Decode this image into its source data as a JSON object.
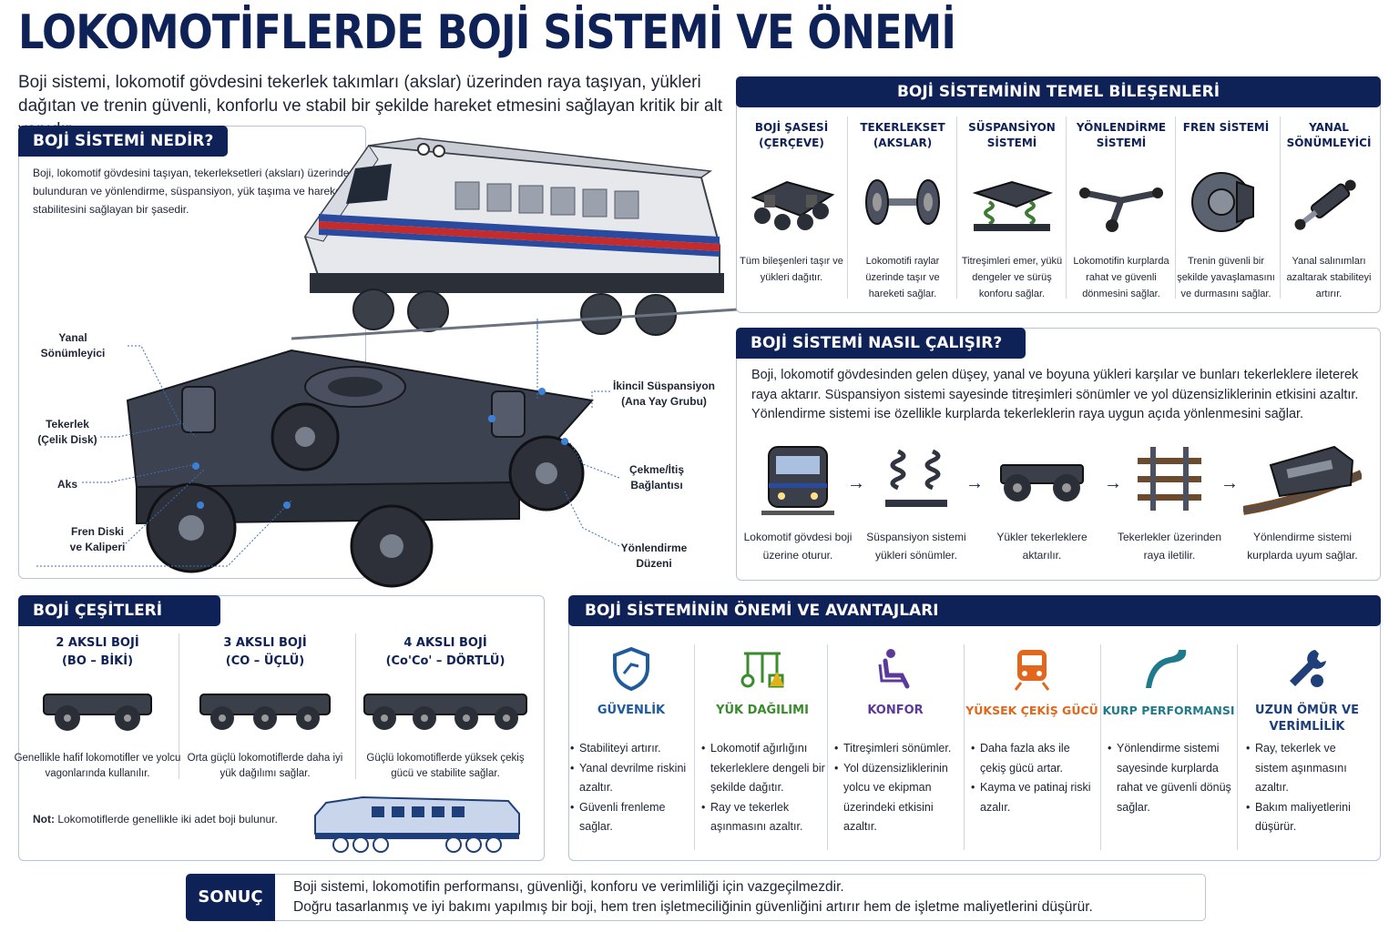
{
  "title": "LOKOMOTİFLERDE BOJİ SİSTEMİ VE ÖNEMİ",
  "intro": "Boji sistemi, lokomotif gövdesini tekerlek takımları (akslar) üzerinden raya taşıyan, yükleri dağıtan ve trenin güvenli, konforlu ve stabil bir şekilde hareket etmesini sağlayan kritik bir alt yapıdır.",
  "definition": {
    "heading": "BOJİ SİSTEMİ NEDİR?",
    "text": "Boji, lokomotif gövdesini taşıyan, tekerleksetleri (aksları) üzerinde bulunduran ve yönlendirme, süspansiyon, yük taşıma ve hareket stabilitesini sağlayan bir şasedir.",
    "callouts": {
      "lateral_damper": "Yanal Sönümleyici",
      "wheel": "Tekerlek (Çelik Disk)",
      "axle": "Aks",
      "brake": "Fren Diski ve Kaliperi",
      "secondary_suspension": "İkincil Süspansiyon (Ana Yay Grubu)",
      "traction_link": "Çekme/İtiş Bağlantısı",
      "steering": "Yönlendirme Düzeni"
    }
  },
  "components": {
    "heading": "BOJİ SİSTEMİNİN TEMEL BİLEŞENLERİ",
    "items": [
      {
        "title": "BOJİ ŞASESİ (ÇERÇEVE)",
        "desc": "Tüm bileşenleri taşır ve yükleri dağıtır.",
        "icon": "frame-icon"
      },
      {
        "title": "TEKERLEKSET (AKSLAR)",
        "desc": "Lokomotifi raylar üzerinde taşır ve hareketi sağlar.",
        "icon": "wheelset-icon"
      },
      {
        "title": "SÜSPANSİYON SİSTEMİ",
        "desc": "Titreşimleri emer, yükü dengeler ve sürüş konforu sağlar.",
        "icon": "suspension-icon"
      },
      {
        "title": "YÖNLENDİRME SİSTEMİ",
        "desc": "Lokomotifin kurplarda rahat ve güvenli dönmesini sağlar.",
        "icon": "steering-icon"
      },
      {
        "title": "FREN SİSTEMİ",
        "desc": "Trenin güvenli bir şekilde yavaşlamasını ve durmasını sağlar.",
        "icon": "brake-disc-icon"
      },
      {
        "title": "YANAL SÖNÜMLEYİCİ",
        "desc": "Yanal salınımları azaltarak stabiliteyi artırır.",
        "icon": "damper-icon"
      }
    ]
  },
  "how": {
    "heading": "BOJİ SİSTEMİ NASIL ÇALIŞIR?",
    "text": "Boji, lokomotif gövdesinden gelen düşey, yanal ve boyuna yükleri karşılar ve bunları tekerleklere ileterek raya aktarır. Süspansiyon sistemi sayesinde titreşimleri sönümler ve yol düzensizliklerinin etkisini azaltır. Yönlendirme sistemi ise özellikle kurplarda tekerleklerin raya uygun açıda yönlenmesini sağlar.",
    "steps": [
      {
        "caption": "Lokomotif gövdesi boji üzerine oturur.",
        "icon": "locomotive-front-icon"
      },
      {
        "caption": "Süspansiyon sistemi yükleri sönümler.",
        "icon": "springs-icon"
      },
      {
        "caption": "Yükler tekerleklere aktarılır.",
        "icon": "bogie-icon"
      },
      {
        "caption": "Tekerlekler üzerinden raya iletilir.",
        "icon": "rail-track-icon"
      },
      {
        "caption": "Yönlendirme sistemi kurplarda uyum sağlar.",
        "icon": "locomotive-curve-icon"
      }
    ],
    "arrow": "→"
  },
  "types": {
    "heading": "BOJİ ÇEŞİTLERİ",
    "items": [
      {
        "title": "2 AKSLI BOJİ",
        "subtitle": "(BO – BİKİ)",
        "desc": "Genellikle hafif lokomotifler ve yolcu vagonlarında kullanılır.",
        "axles": 2
      },
      {
        "title": "3 AKSLI BOJİ",
        "subtitle": "(CO – ÜÇLÜ)",
        "desc": "Orta güçlü lokomotiflerde daha iyi yük dağılımı sağlar.",
        "axles": 3
      },
      {
        "title": "4 AKSLI BOJİ",
        "subtitle": "(Co'Co' – DÖRTLÜ)",
        "desc": "Güçlü lokomotiflerde yüksek çekiş gücü ve stabilite sağlar.",
        "axles": 4
      }
    ],
    "note_label": "Not:",
    "note": " Lokomotiflerde genellikle iki adet boji bulunur."
  },
  "advantages": {
    "heading": "BOJİ SİSTEMİNİN ÖNEMİ VE AVANTAJLARI",
    "items": [
      {
        "title": "GÜVENLİK",
        "color": "#1e5a9c",
        "icon": "shield-icon",
        "bullets": [
          "Stabiliteyi artırır.",
          "Yanal devrilme riskini azaltır.",
          "Güvenli frenleme sağlar."
        ]
      },
      {
        "title": "YÜK DAĞILIMI",
        "color": "#3a8a2e",
        "icon": "load-distribution-icon",
        "bullets": [
          "Lokomotif ağırlığını tekerleklere dengeli bir şekilde dağıtır.",
          "Ray ve tekerlek aşınmasını azaltır."
        ]
      },
      {
        "title": "KONFOR",
        "color": "#5b3a9b",
        "icon": "seat-icon",
        "bullets": [
          "Titreşimleri sönümler.",
          "Yol düzensizliklerinin yolcu ve ekipman üzerindeki etkisini azaltır."
        ]
      },
      {
        "title": "YÜKSEK ÇEKİŞ GÜCÜ",
        "color": "#e2661b",
        "icon": "train-icon",
        "bullets": [
          "Daha fazla aks ile çekiş gücü artar.",
          "Kayma ve patinaj riski azalır."
        ]
      },
      {
        "title": "KURP PERFORMANSI",
        "color": "#1f7a8c",
        "icon": "curve-road-icon",
        "bullets": [
          "Yönlendirme sistemi sayesinde kurplarda rahat ve güvenli dönüş sağlar."
        ]
      },
      {
        "title": "UZUN ÖMÜR VE VERİMLİLİK",
        "color": "#1e3f7a",
        "icon": "wrench-icon",
        "bullets": [
          "Ray, tekerlek ve sistem aşınmasını azaltır.",
          "Bakım maliyetlerini düşürür."
        ]
      }
    ]
  },
  "conclusion": {
    "label": "SONUÇ",
    "line1": "Boji sistemi, lokomotifin performansı, güvenliği, konforu ve verimliliği için vazgeçilmezdir.",
    "line2": "Doğru tasarlanmış ve iyi bakımı yapılmış bir boji, hem tren işletmeciliğinin güvenliğini artırır hem de işletme maliyetlerini düşürür."
  }
}
